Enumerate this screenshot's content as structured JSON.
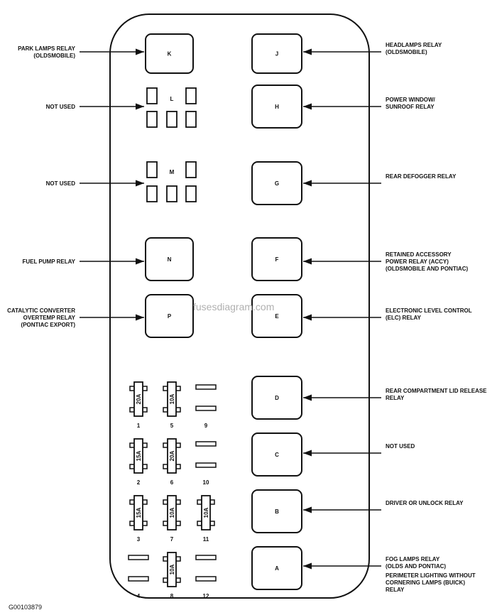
{
  "watermark": "fusesdiagram.com",
  "figure_id": "G00103879",
  "relays": [
    {
      "id": "K",
      "label": "K"
    },
    {
      "id": "J",
      "label": "J"
    },
    {
      "id": "H",
      "label": "H"
    },
    {
      "id": "G",
      "label": "G"
    },
    {
      "id": "N",
      "label": "N"
    },
    {
      "id": "F",
      "label": "F"
    },
    {
      "id": "P",
      "label": "P"
    },
    {
      "id": "E",
      "label": "E"
    },
    {
      "id": "D",
      "label": "D"
    },
    {
      "id": "C",
      "label": "C"
    },
    {
      "id": "B",
      "label": "B"
    },
    {
      "id": "A",
      "label": "A"
    }
  ],
  "slot_groups": [
    {
      "label": "L"
    },
    {
      "label": "M"
    }
  ],
  "left_callouts": [
    {
      "lines": [
        "PARK LAMPS RELAY",
        "(OLDSMOBILE)"
      ]
    },
    {
      "lines": [
        "NOT USED"
      ]
    },
    {
      "lines": [
        "NOT USED"
      ]
    },
    {
      "lines": [
        "FUEL PUMP RELAY"
      ]
    },
    {
      "lines": [
        "CATALYTIC CONVERTER",
        "OVERTEMP RELAY",
        "(PONTIAC EXPORT)"
      ]
    }
  ],
  "right_callouts": [
    {
      "lines": [
        "HEADLAMPS RELAY",
        "(OLDSMOBILE)"
      ]
    },
    {
      "lines": [
        "POWER WINDOW/",
        "SUNROOF RELAY"
      ]
    },
    {
      "lines": [
        "REAR DEFOGGER RELAY"
      ]
    },
    {
      "lines": [
        "RETAINED ACCESSORY",
        "POWER RELAY (ACCY)",
        "(OLDSMOBILE AND PONTIAC)"
      ]
    },
    {
      "lines": [
        "ELECTRONIC LEVEL CONTROL",
        "(ELC) RELAY"
      ]
    },
    {
      "lines": [
        "REAR COMPARTMENT LID RELEASE",
        "RELAY"
      ]
    },
    {
      "lines": [
        "NOT USED"
      ]
    },
    {
      "lines": [
        "DRIVER OR UNLOCK RELAY"
      ]
    },
    {
      "lines": [
        "FOG LAMPS RELAY",
        "(OLDS AND PONTIAC)",
        "PERIMETER LIGHTING WITHOUT",
        "CORNERING LAMPS (BUICK)",
        "RELAY"
      ]
    }
  ],
  "fuses": [
    {
      "number": "1",
      "rating": "20A"
    },
    {
      "number": "2",
      "rating": "15A"
    },
    {
      "number": "3",
      "rating": "15A"
    },
    {
      "number": "4",
      "rating": ""
    },
    {
      "number": "5",
      "rating": "10A"
    },
    {
      "number": "6",
      "rating": "20A"
    },
    {
      "number": "7",
      "rating": "10A"
    },
    {
      "number": "8",
      "rating": "10A"
    },
    {
      "number": "9",
      "rating": ""
    },
    {
      "number": "10",
      "rating": ""
    },
    {
      "number": "11",
      "rating": "10A"
    },
    {
      "number": "12",
      "rating": ""
    }
  ]
}
